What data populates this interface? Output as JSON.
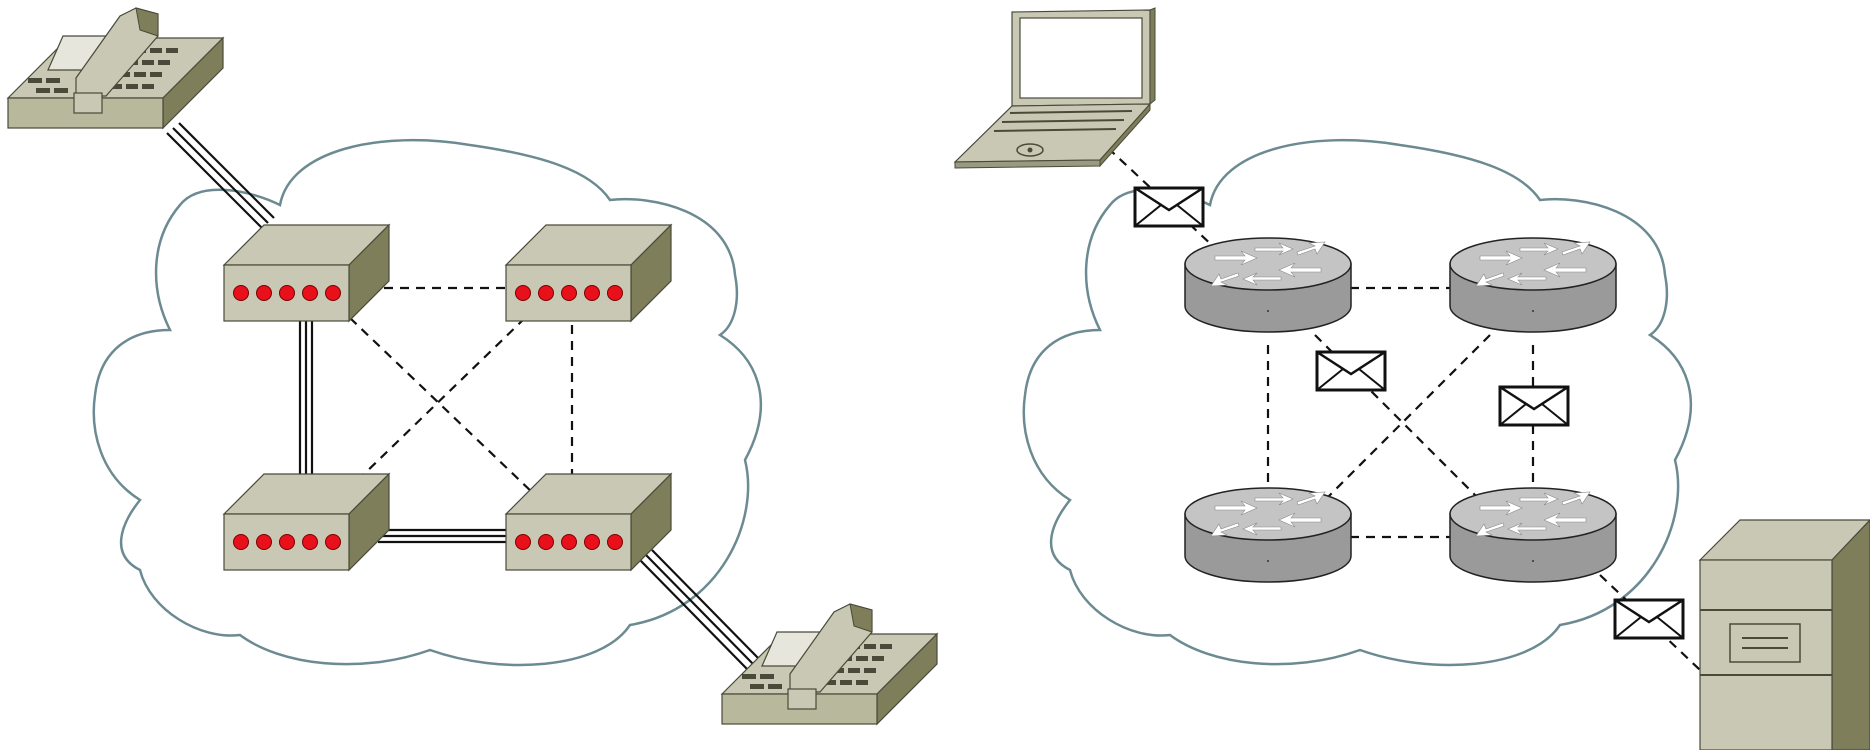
{
  "diagram": {
    "left_network": {
      "kind": "circuit-switched",
      "cloud_color": "#6c8a91",
      "switch_color": "#c8c8b4",
      "switch_side": "#7e7e5a",
      "led_color": "#e8101a",
      "leds_per_switch": 5,
      "nodes": [
        "switch-top-left",
        "switch-top-right",
        "switch-bottom-left",
        "switch-bottom-right"
      ],
      "endpoints": [
        "phone-icon",
        "phone-icon"
      ],
      "trunk_links": [
        [
          "phone-top",
          "switch-top-left"
        ],
        [
          "switch-top-left",
          "switch-bottom-left"
        ],
        [
          "switch-bottom-left",
          "switch-bottom-right"
        ],
        [
          "switch-bottom-right",
          "phone-bottom"
        ]
      ],
      "idle_links": [
        [
          "switch-top-left",
          "switch-top-right"
        ],
        [
          "switch-top-right",
          "switch-bottom-right"
        ],
        [
          "switch-top-left",
          "switch-bottom-right"
        ],
        [
          "switch-top-right",
          "switch-bottom-left"
        ]
      ]
    },
    "right_network": {
      "kind": "packet-switched",
      "cloud_color": "#6c8a91",
      "router_color": "#9a9a9a",
      "router_top": "#c4c4c4",
      "nodes": [
        "router-top-left",
        "router-top-right",
        "router-bottom-left",
        "router-bottom-right"
      ],
      "endpoints": [
        "laptop-icon",
        "server-icon"
      ],
      "packet_icon": "envelope-icon",
      "packets": 4
    }
  }
}
